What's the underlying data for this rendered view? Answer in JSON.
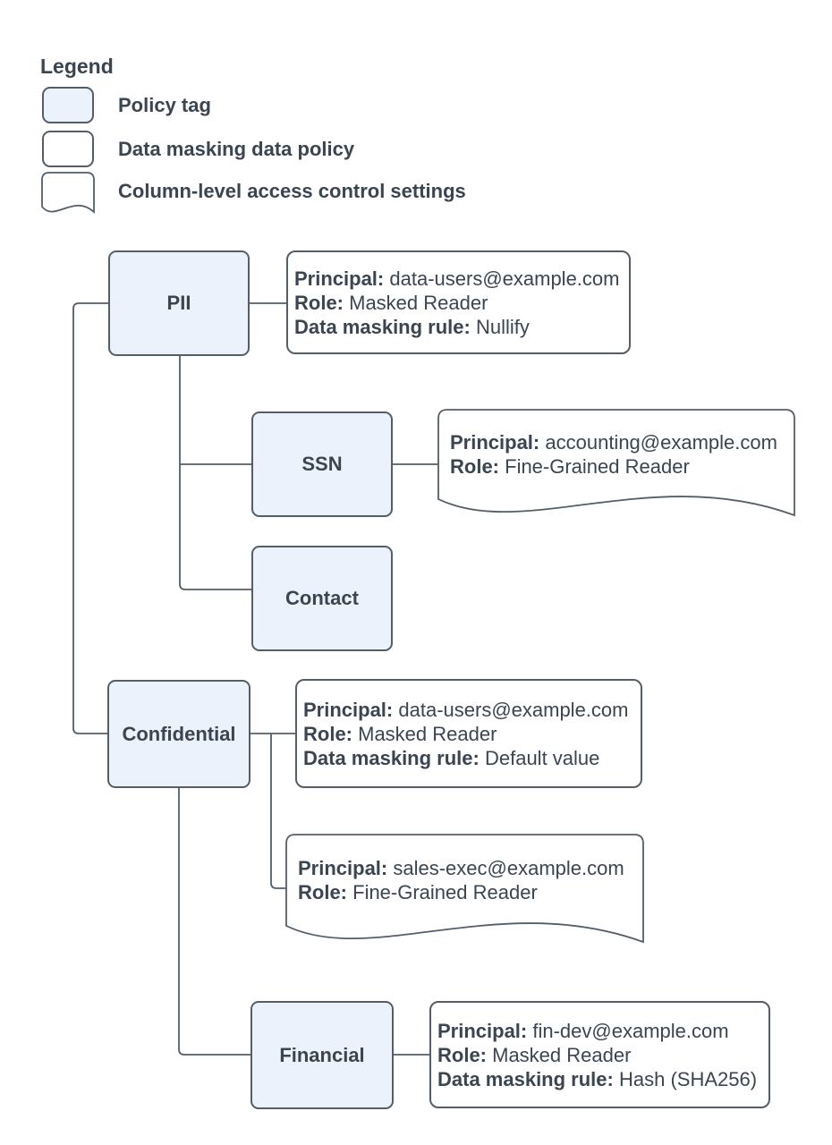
{
  "colors": {
    "policy_tag_fill": "#EBF2FC",
    "shape_stroke": "#535E69",
    "text": "#3A4551",
    "background": "#FFFFFF"
  },
  "legend": {
    "title": "Legend",
    "items": [
      {
        "swatch": "policy-tag-swatch",
        "label": "Policy tag"
      },
      {
        "swatch": "data-masking-policy-swatch",
        "label": "Data masking data policy"
      },
      {
        "swatch": "column-access-control-swatch",
        "label": "Column-level access control settings"
      }
    ]
  },
  "nodes": {
    "pii": {
      "label": "PII"
    },
    "ssn": {
      "label": "SSN"
    },
    "contact": {
      "label": "Contact"
    },
    "confidential": {
      "label": "Confidential"
    },
    "financial": {
      "label": "Financial"
    }
  },
  "policies": {
    "pii_masking": {
      "lines": [
        {
          "label": "Principal:",
          "value": "data-users@example.com"
        },
        {
          "label": "Role:",
          "value": "Masked Reader"
        },
        {
          "label": "Data masking rule:",
          "value": "Nullify"
        }
      ]
    },
    "ssn_access": {
      "lines": [
        {
          "label": "Principal:",
          "value": "accounting@example.com"
        },
        {
          "label": "Role:",
          "value": "Fine-Grained Reader"
        }
      ]
    },
    "confidential_masking": {
      "lines": [
        {
          "label": "Principal:",
          "value": "data-users@example.com"
        },
        {
          "label": "Role:",
          "value": "Masked Reader"
        },
        {
          "label": "Data masking rule:",
          "value": "Default value"
        }
      ]
    },
    "confidential_access": {
      "lines": [
        {
          "label": "Principal:",
          "value": "sales-exec@example.com"
        },
        {
          "label": "Role:",
          "value": "Fine-Grained Reader"
        }
      ]
    },
    "financial_masking": {
      "lines": [
        {
          "label": "Principal:",
          "value": "fin-dev@example.com"
        },
        {
          "label": "Role:",
          "value": "Masked Reader"
        },
        {
          "label": "Data masking rule:",
          "value": "Hash (SHA256)"
        }
      ]
    }
  }
}
